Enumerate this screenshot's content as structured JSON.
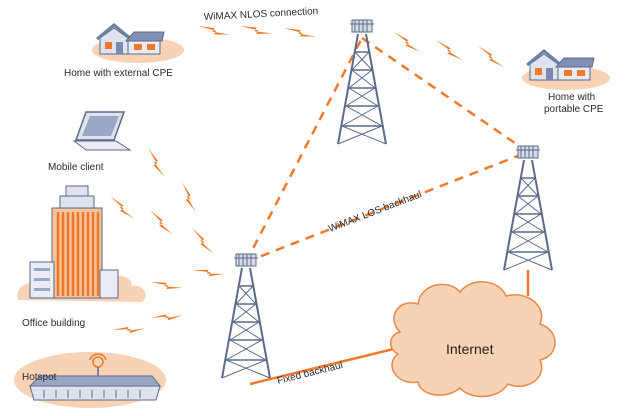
{
  "diagram": {
    "link_labels": {
      "nlos": "WiMAX NLOS connection",
      "los": "WiMAX LOS backhaul",
      "fixed": "Fixed backhaul"
    },
    "nodes": {
      "home_external": "Home with external CPE",
      "home_portable_1": "Home with",
      "home_portable_2": "portable CPE",
      "mobile": "Mobile client",
      "office": "Office building",
      "hotspot": "Hotspot",
      "internet": "Internet"
    },
    "colors": {
      "wireless_link": "#f07a2a",
      "tower": "#5a6a8a",
      "cloud_fill": "#f8d2b4",
      "cloud_stroke": "#e8894a"
    },
    "icons": [
      "house-icon",
      "laptop-icon",
      "office-building-icon",
      "hotspot-icon",
      "tower-icon",
      "cloud-icon",
      "lightning-icon"
    ]
  }
}
